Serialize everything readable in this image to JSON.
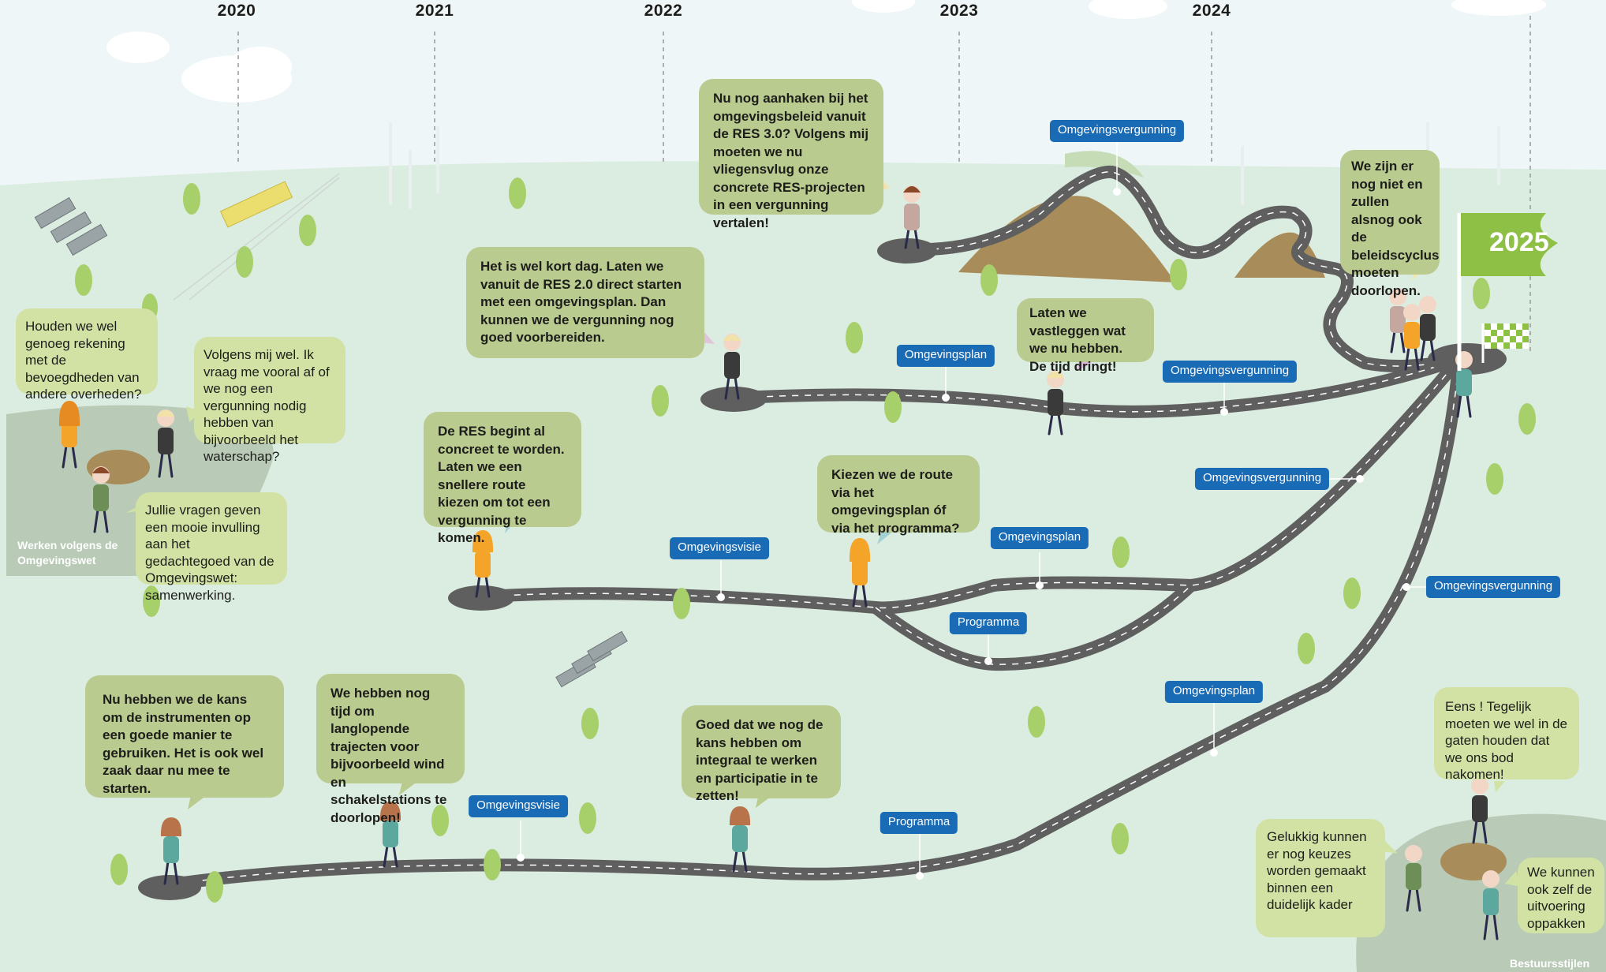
{
  "timeline": {
    "years": [
      "2020",
      "2021",
      "2022",
      "2023",
      "2024"
    ],
    "goal_year": "2025"
  },
  "zones": {
    "left_label": "Werken volgens de Omgevingswet",
    "right_label": "Bestuursstijlen"
  },
  "instruments": {
    "omgevingsvergunning": "Omgevingsvergunning",
    "omgevingsplan": "Omgevingsplan",
    "omgevingsvisie": "Omgevingsvisie",
    "programma": "Programma"
  },
  "bubbles": {
    "res30": "Nu nog aanhaken bij het omgevingsbeleid vanuit de RES 3.0? Volgens mij moeten we nu vliegensvlug onze concrete RES-projecten in een vergunning vertalen!",
    "beleidscyclus": "We zijn er nog niet en zullen alsnog ook de beleidscyclus moeten doorlopen.",
    "res20": "Het is wel kort dag. Laten we vanuit de RES 2.0 direct starten met een omgevingsplan. Dan kunnen we de vergunning nog goed voorbereiden.",
    "vastleggen": "Laten we vastleggen wat we nu hebben. De tijd dringt!",
    "bevoegdheden": "Houden we wel genoeg rekening met de bevoegdheden van andere overheden?",
    "waterschap": "Volgens mij wel. Ik vraag me vooral af of we nog een vergunning nodig hebben van bijvoorbeeld het waterschap?",
    "jullie": "Jullie vragen geven een mooie invulling aan het gedachtegoed van de Omgevingswet: samenwerking.",
    "res_concreet": "De RES begint al concreet te worden. Laten we een snellere route kiezen om tot een vergunning te komen.",
    "route": "Kiezen we de route via het omgevingsplan óf via het programma?",
    "kans": "Nu hebben we de kans om de instrumenten op een goede manier te gebruiken. Het is ook wel zaak daar nu mee te starten.",
    "tijd": "We hebben nog tijd om langlopende trajecten voor bijvoorbeeld wind en schakelstations te doorlopen!",
    "integraal": "Goed dat we nog de kans hebben om integraal te werken en participatie in te zetten!",
    "eens": "Eens ! Tegelijk moeten we wel in de gaten houden dat we ons bod nakomen!",
    "gelukkig": "Gelukkig kunnen er nog keuzes worden gemaakt binnen een duidelijk kader",
    "zelf": "We kunnen ook zelf de uitvoering oppakken"
  },
  "colors": {
    "sky": "#eef6f7",
    "grass": "#dbece0",
    "road": "#5f5f5f",
    "bubble": "#b9cb8f",
    "bubble_light": "#d2e2a5",
    "tag": "#1a6bb5",
    "flag": "#8dc045",
    "hill": "#a88c5a",
    "tree": "#a7cf6a",
    "figure_orange": "#f4a428",
    "figure_teal": "#5ca89e",
    "figure_dark": "#3a3a3a"
  }
}
